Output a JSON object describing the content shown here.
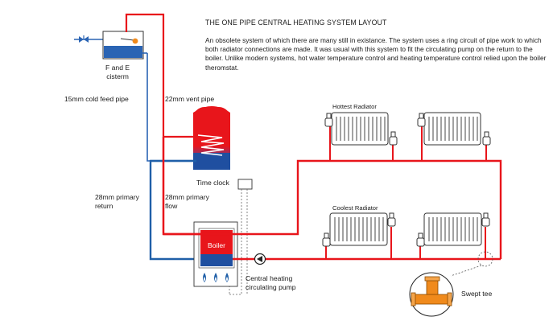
{
  "title": "THE ONE PIPE CENTRAL HEATING SYSTEM LAYOUT",
  "description": "An obsolete system of which there are many still in existance. The system uses a ring circuit of pipe work to which both radiator connections are made. It was usual with this system to fit the circulating pump on the return to the boiler. Unlike modern systems, hot water temperature control and heating temperature control relied upon the boiler theromstat.",
  "labels": {
    "cistern_line1": "F and E",
    "cistern_line2": "cisterm",
    "cold_feed": "15mm cold feed pipe",
    "vent": "22mm vent pipe",
    "time_clock": "Time clock",
    "primary_flow_line1": "28mm primary",
    "primary_flow_line2": "flow",
    "primary_return_line1": "28mm primary",
    "primary_return_line2": "return",
    "boiler": "Boiler",
    "pump_line1": "Central heating",
    "pump_line2": "circulating pump",
    "hottest_radiator": "Hottest Radiator",
    "coolest_radiator": "Coolest Radiator",
    "swept_tee": "Swept tee"
  },
  "colors": {
    "flow": "#e8151b",
    "return": "#1f5fa8",
    "cold_water": "#2a64b4",
    "tee": "#f08a1c"
  }
}
